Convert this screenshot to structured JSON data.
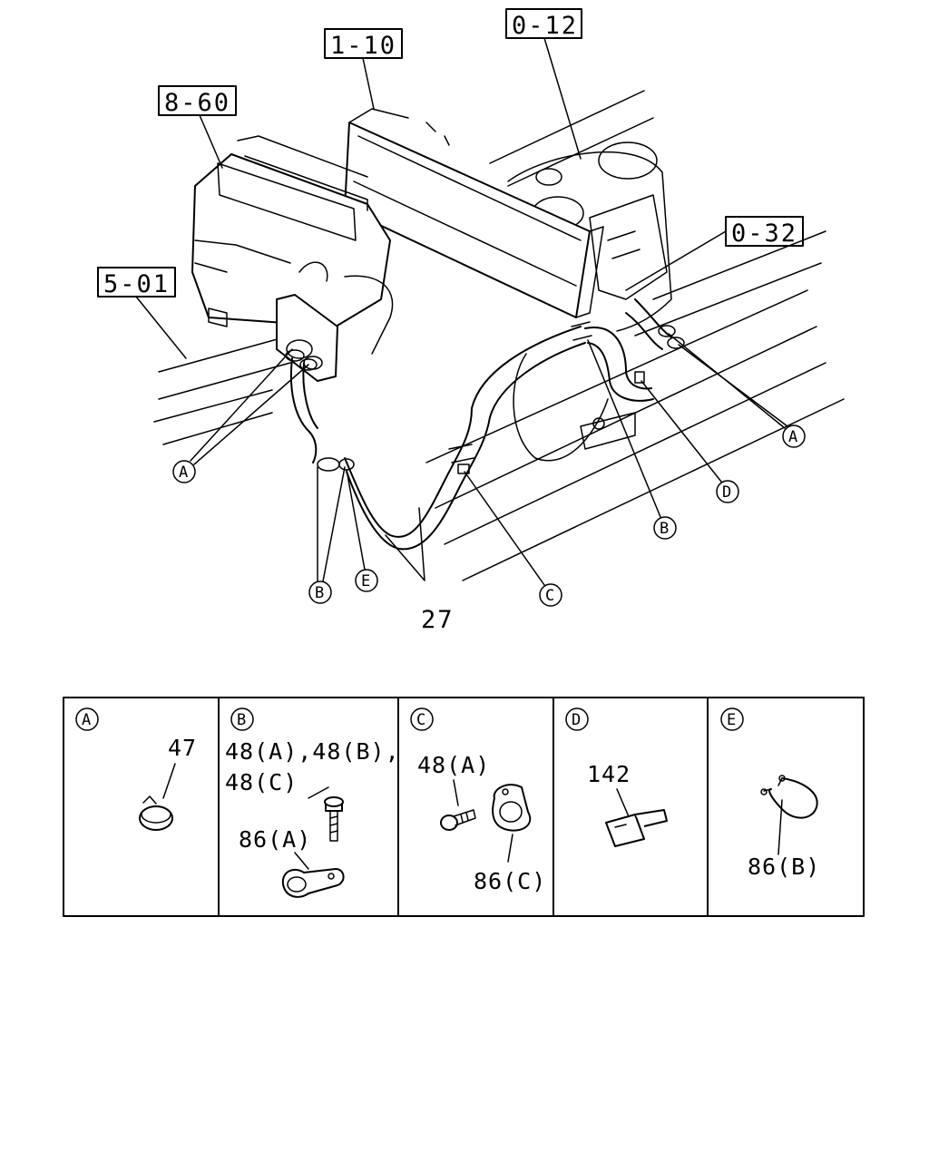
{
  "callouts": {
    "ref_1_10": "1-10",
    "ref_0_12": "0-12",
    "ref_8_60": "8-60",
    "ref_0_32": "0-32",
    "ref_5_01": "5-01",
    "part_27": "27"
  },
  "letters": {
    "a": "A",
    "b": "B",
    "c": "C",
    "d": "D",
    "e": "E"
  },
  "detail_panels": {
    "a": {
      "letter": "A",
      "labels": [
        "47"
      ]
    },
    "b": {
      "letter": "B",
      "labels": [
        "48(A),48(B),",
        "48(C)",
        "86(A)"
      ]
    },
    "c": {
      "letter": "C",
      "labels": [
        "48(A)",
        "86(C)"
      ]
    },
    "d": {
      "letter": "D",
      "labels": [
        "142"
      ]
    },
    "e": {
      "letter": "E",
      "labels": [
        "86(B)"
      ]
    }
  }
}
